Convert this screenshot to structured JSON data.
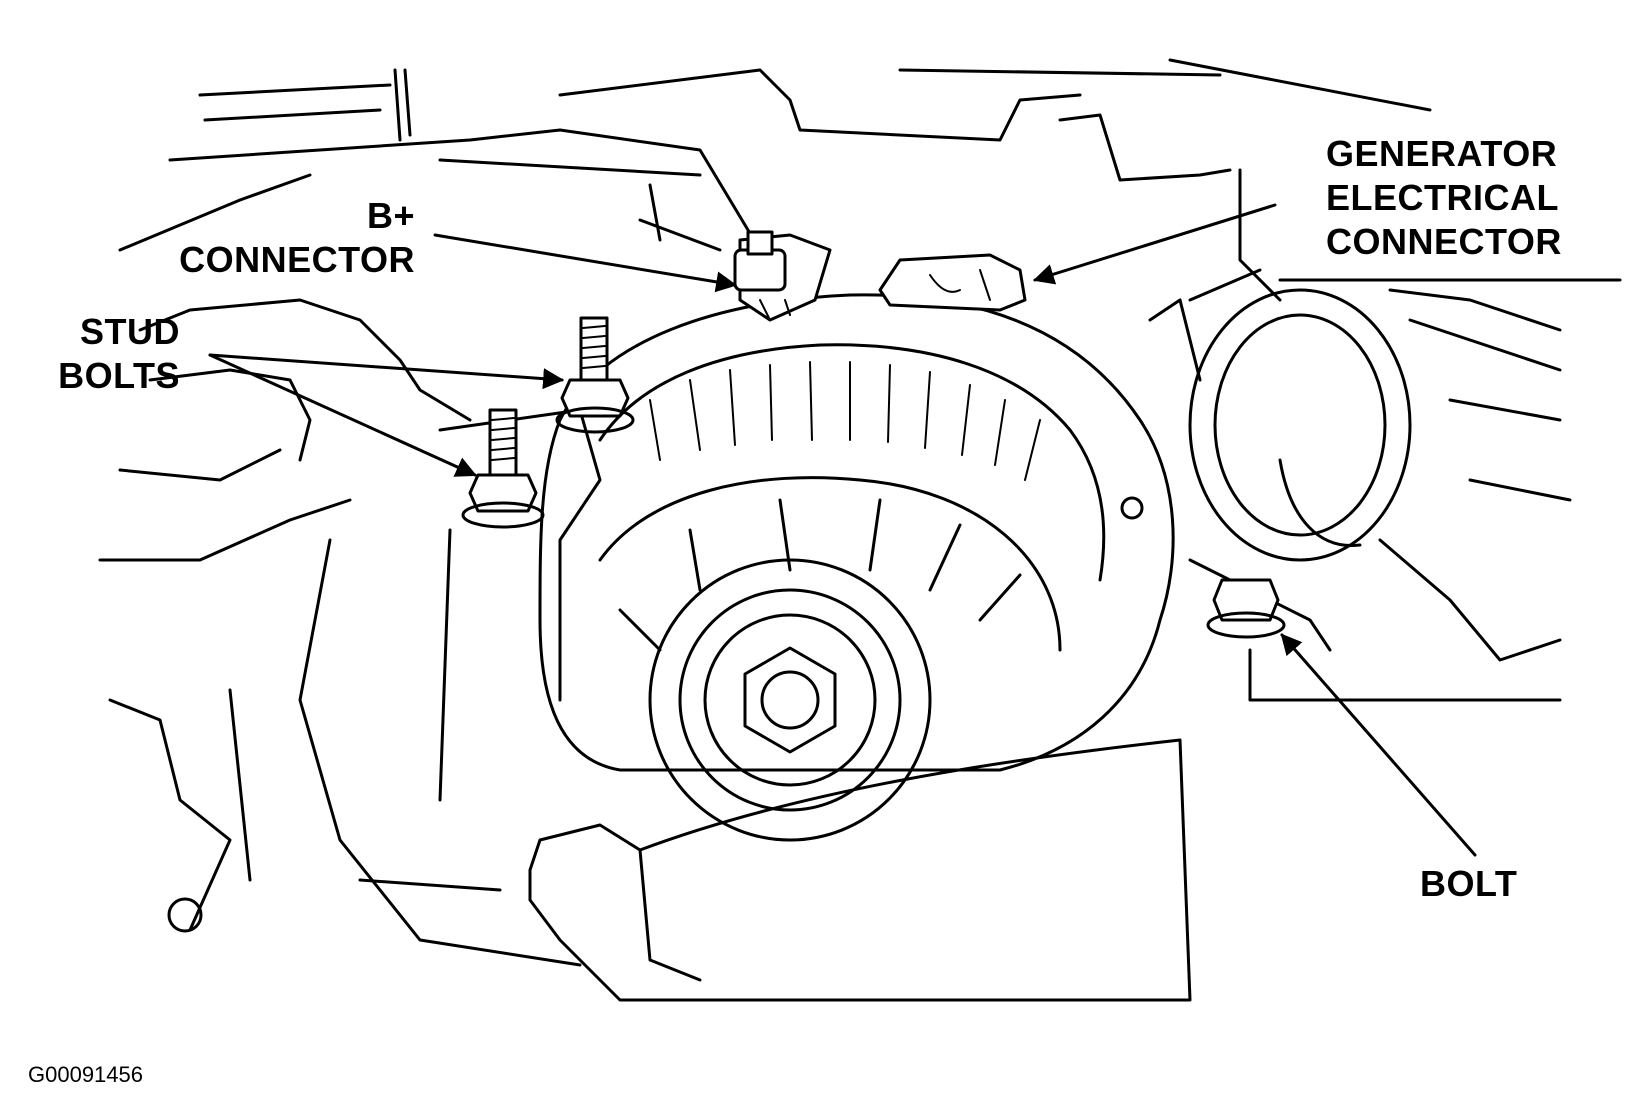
{
  "labels": {
    "b_plus_line1": "B+",
    "b_plus_line2": "CONNECTOR",
    "stud_line1": "STUD",
    "stud_line2": "BOLTS",
    "gen_line1": "GENERATOR",
    "gen_line2": "ELECTRICAL",
    "gen_line3": "CONNECTOR",
    "bolt": "BOLT"
  },
  "figure_code": "G00091456"
}
